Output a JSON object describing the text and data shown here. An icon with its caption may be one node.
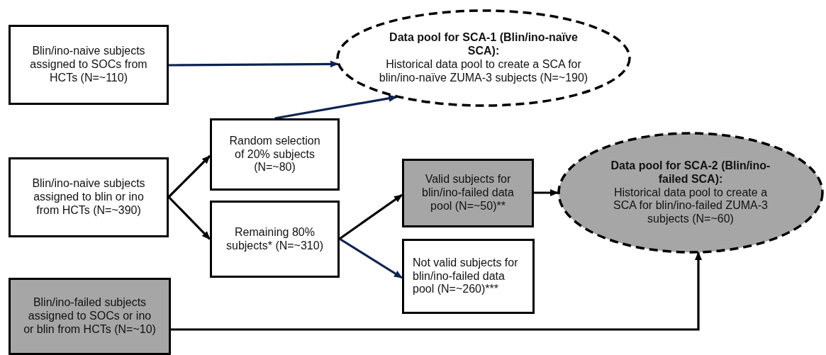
{
  "diagram": {
    "nodes": [
      {
        "text": [
          "Blin/ino-naive subjects assigned to SOCs from HCTs (N=~110)"
        ]
      },
      {
        "text": [
          "Blin/ino-naive subjects assigned to blin or ino from HCTs (N=~390)"
        ]
      },
      {
        "text": [
          "Blin/ino-failed subjects assigned to SOCs or ino or blin from HCTs (N=~10)"
        ]
      },
      {
        "text": [
          "Random selection of 20% subjects (N=~80)"
        ]
      },
      {
        "text": [
          "Remaining 80% subjects* (N=~310)"
        ]
      },
      {
        "text": [
          "Valid subjects for blin/ino-failed data pool (N=~50)**"
        ]
      },
      {
        "text": [
          "Not valid subjects for blin/ino-failed data pool (N=~260)***"
        ]
      },
      {
        "text": [
          "Data pool for SCA-1 (Blin/ino-naïve SCA):",
          "Historical data pool to create a SCA for blin/ino-naïve ZUMA-3 subjects (N=~190)"
        ]
      },
      {
        "text": [
          "Data pool for SCA-2 (Blin/ino-failed SCA):",
          "Historical data pool to create a SCA for blin/ino-failed ZUMA-3 subjects (N=~60)"
        ]
      }
    ],
    "edges": [
      {
        "from": 0,
        "to": 7,
        "arrow": "to",
        "color": "#0d2350"
      },
      {
        "from": 3,
        "to": 7,
        "arrow": "to",
        "color": "#0d2350"
      },
      {
        "from": 1,
        "to": 3,
        "arrow": "to"
      },
      {
        "from": 1,
        "to": 4,
        "arrow": "to"
      },
      {
        "from": 4,
        "to": 5,
        "arrow": "to"
      },
      {
        "from": 4,
        "to": 6,
        "arrow": "to",
        "color": "#0d2350"
      },
      {
        "from": 5,
        "to": 8,
        "arrow": "to"
      },
      {
        "from": 2,
        "to": 8,
        "arrow": "to"
      }
    ]
  }
}
